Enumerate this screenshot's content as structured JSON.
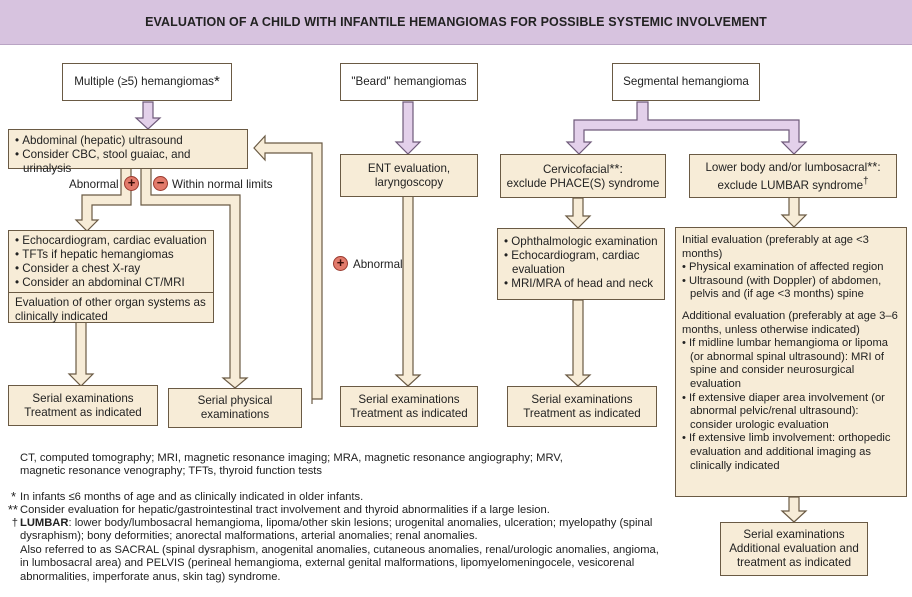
{
  "title": "EVALUATION OF A CHILD WITH INFANTILE HEMANGIOMAS FOR POSSIBLE SYSTEMIC INVOLVEMENT",
  "colors": {
    "header": "#d7c3df",
    "box": "#f7ecd7",
    "arrow_fill": "#e3d0ea",
    "badge": "#e27a6b"
  },
  "col1": {
    "top": "Multiple (≥5) hemangiomas",
    "top_mark": "*",
    "screen": [
      "Abdominal (hepatic) ultrasound",
      "Consider CBC, stool guaiac, and urinalysis"
    ],
    "abnormal": "Abnormal",
    "normal": "Within normal limits",
    "workup": [
      "Echocardiogram, cardiac evaluation",
      "TFTs if hepatic hemangiomas",
      "Consider a chest X-ray",
      "Consider an abdominal CT/MRI"
    ],
    "other_organs": "Evaluation of other organ systems as clinically indicated",
    "serial": "Serial examinations Treatment as indicated",
    "serial_physical": "Serial physical examinations"
  },
  "col2": {
    "top": "\"Beard\" hemangiomas",
    "ent": "ENT evaluation, laryngoscopy",
    "abnormal": "Abnormal",
    "serial": "Serial examinations Treatment as indicated"
  },
  "col3": {
    "top": "Segmental hemangioma",
    "cervico": "Cervicofacial",
    "cervico_mark": "**:",
    "cervico_sub": "exclude PHACE(S) syndrome",
    "exams": [
      "Ophthalmologic examination",
      "Echocardiogram, cardiac evaluation",
      "MRI/MRA of head and neck"
    ],
    "serial": "Serial examinations Treatment as indicated"
  },
  "col4": {
    "lower": "Lower body and/or lumbosacral",
    "lower_mark": "**",
    "lower_sub": "exclude LUMBAR syndrome",
    "lower_dagger": "†",
    "initial_title": "Initial evaluation (preferably at age <3 months)",
    "initial": [
      "Physical examination of affected region",
      "Ultrasound (with Doppler) of abdomen, pelvis and (if age <3 months) spine"
    ],
    "additional_title": "Additional evaluation (preferably at age 3–6 months, unless otherwise indicated)",
    "additional": [
      "If midline lumbar hemangioma or lipoma (or abnormal spinal ultrasound): MRI of spine and consider neurosurgical evaluation",
      "If extensive diaper area involvement (or abnormal pelvic/renal ultrasound): consider urologic evaluation",
      "If extensive limb involvement: orthopedic evaluation and additional imaging as clinically indicated"
    ],
    "serial": "Serial examinations Additional evaluation and treatment as indicated"
  },
  "footnotes": {
    "abbrev": "CT, computed tomography; MRI, magnetic resonance imaging; MRA, magnetic resonance angiography; MRV, magnetic resonance venography; TFTs, thyroid function tests",
    "star_mark": "*",
    "star": "In infants ≤6 months of age and as clinically indicated in older infants.",
    "dstar_mark": "**",
    "dstar": "Consider evaluation for hepatic/gastrointestinal tract involvement and thyroid abnormalities if a large lesion.",
    "dagger_mark": "†",
    "lumbar_head": "LUMBAR",
    "lumbar": ": lower body/lumbosacral hemangioma, lipoma/other skin lesions; urogenital anomalies, ulceration; myelopathy (spinal dysraphism); bony deformities; anorectal malformations, arterial anomalies; renal anomalies.",
    "also": "Also referred to as SACRAL (spinal dysraphism, anogenital anomalies, cutaneous anomalies, renal/urologic anomalies, angioma, in lumbosacral area) and PELVIS (perineal hemangioma, external genital malformations, lipomyelomeningocele, vesicorenal abnormalities, imperforate anus, skin tag) syndrome."
  }
}
